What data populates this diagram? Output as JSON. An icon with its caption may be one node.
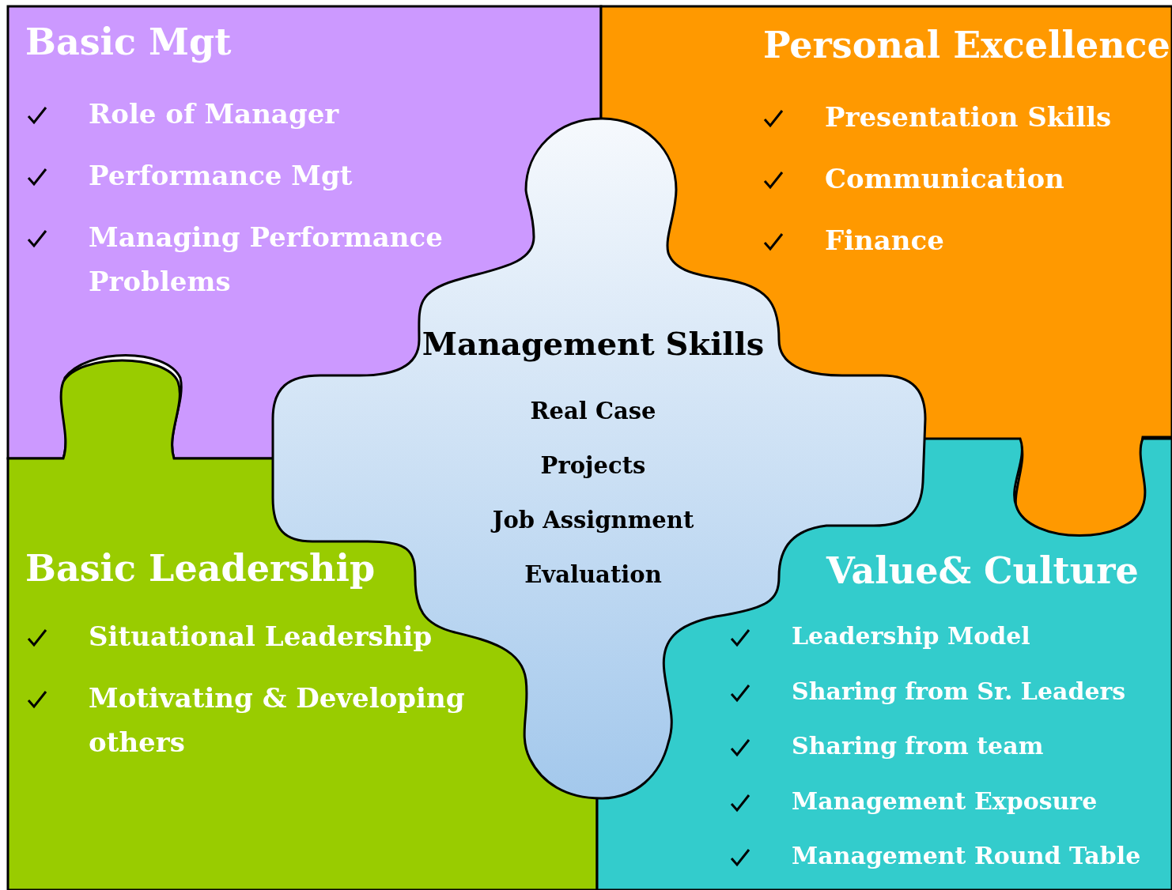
{
  "diagram": {
    "nodes": [
      {
        "text": [
          "Basic Mgt",
          "Role of Manager",
          "Performance Mgt",
          "Managing Performance Problems"
        ]
      },
      {
        "text": [
          "Personal Excellence",
          "Presentation Skills",
          "Communication",
          "Finance"
        ]
      },
      {
        "text": [
          "Basic Leadership",
          "Situational Leadership",
          "Motivating & Developing others"
        ]
      },
      {
        "text": [
          "Value& Culture",
          "Leadership Model",
          "Sharing from Sr. Leaders",
          "Sharing from team",
          "Management Exposure",
          "Management Round Table"
        ]
      },
      {
        "text": [
          "Management Skills",
          "Real Case",
          "Projects",
          "Job Assignment",
          "Evaluation"
        ]
      }
    ]
  }
}
